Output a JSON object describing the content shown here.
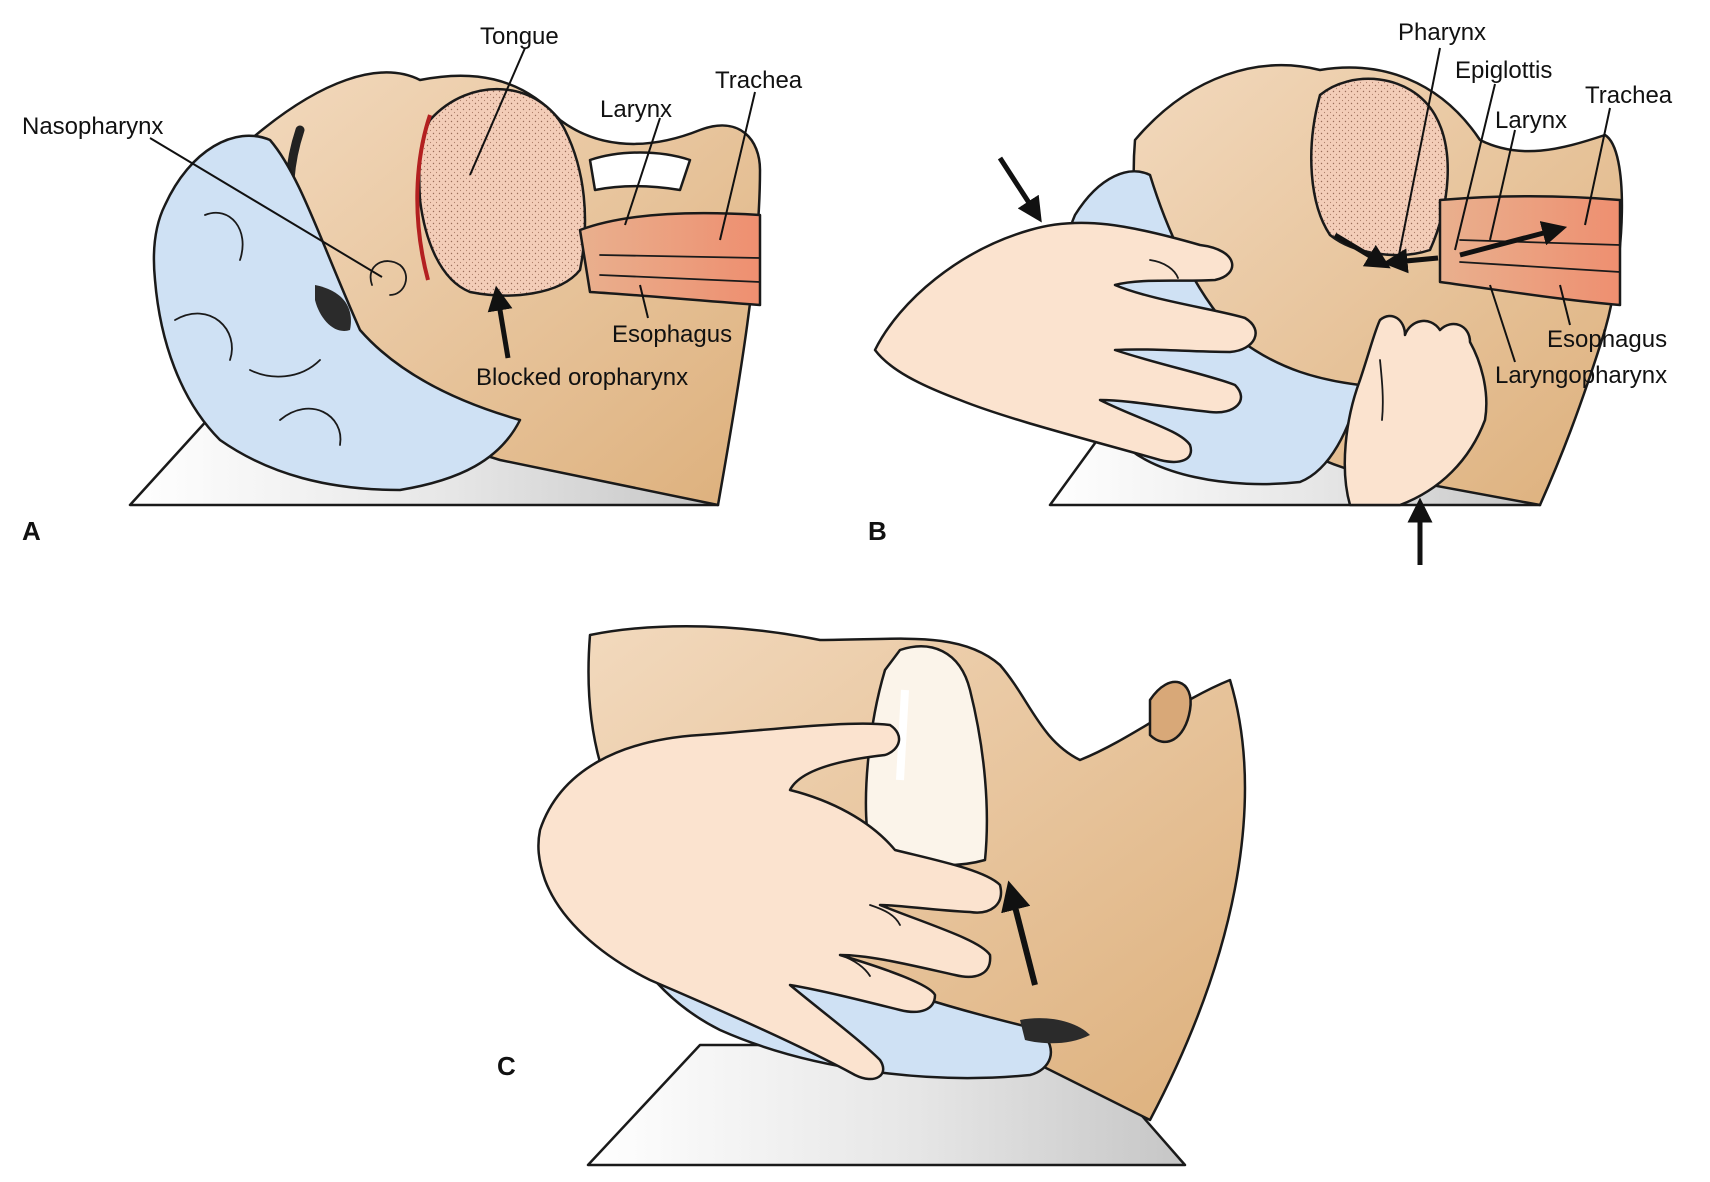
{
  "panels": {
    "a": {
      "letter": "A",
      "labels": {
        "tongue": "Tongue",
        "trachea": "Trachea",
        "nasopharynx": "Nasopharynx",
        "larynx": "Larynx",
        "esophagus": "Esophagus",
        "blocked_oropharynx": "Blocked oropharynx"
      }
    },
    "b": {
      "letter": "B",
      "labels": {
        "pharynx": "Pharynx",
        "epiglottis": "Epiglottis",
        "trachea": "Trachea",
        "larynx": "Larynx",
        "esophagus": "Esophagus",
        "laryngopharynx": "Laryngopharynx"
      }
    },
    "c": {
      "letter": "C"
    }
  },
  "colors": {
    "skin": "#e8c49a",
    "hand": "#fbe3cf",
    "pillow": "#cfe1f4",
    "tongue": "#f2cbb4",
    "trachea": "#ee9c7e",
    "table_top": "#ffffff",
    "table_shade": "#cfcfcf",
    "ink": "#111111"
  }
}
